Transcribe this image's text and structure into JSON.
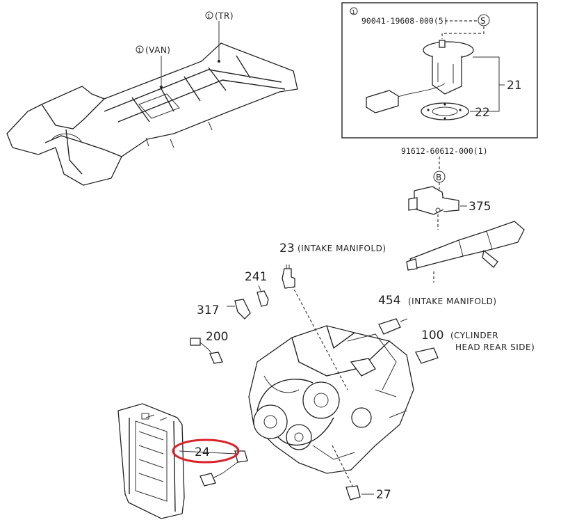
{
  "labels": {
    "tr": "(TR)",
    "van": "(VAN)",
    "pn_top": "90041-19608-000(5)",
    "s_mark": "S",
    "n21": "21",
    "n22": "22",
    "pn_mid": "91612-60612-000(1)",
    "b_mark": "B",
    "n375": "375",
    "n23": "23",
    "intake1": "(INTAKE MANIFOLD)",
    "n241": "241",
    "n317": "317",
    "n454": "454",
    "intake2": "(INTAKE MANIFOLD)",
    "n200": "200",
    "n100": "100",
    "cyl1": "(CYLINDER",
    "cyl2": "HEAD REAR SIDE)",
    "n24": "24",
    "n27": "27"
  },
  "colors": {
    "line": "#222222",
    "highlight": "#d9232a"
  }
}
